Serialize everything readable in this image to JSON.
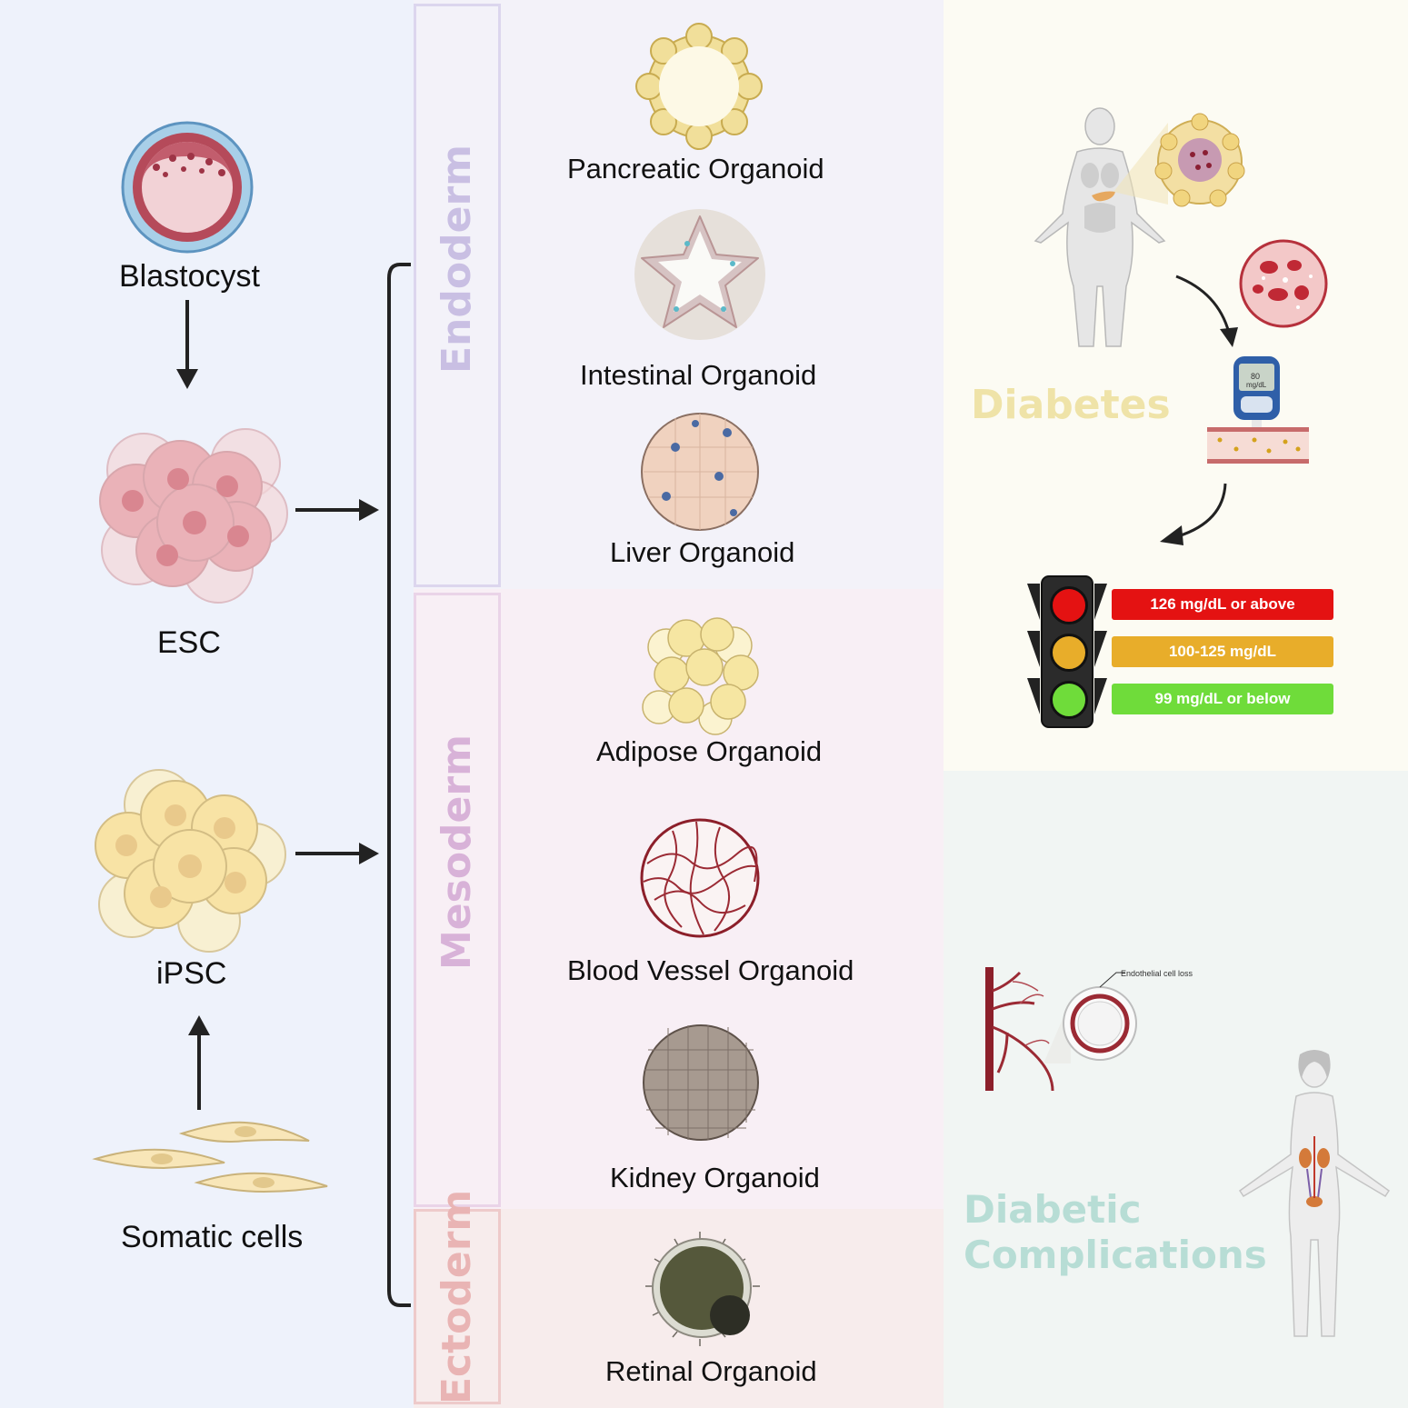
{
  "sources": {
    "blastocyst": "Blastocyst",
    "esc": "ESC",
    "ipsc": "iPSC",
    "somatic": "Somatic cells"
  },
  "germ_layers": {
    "endoderm": "Endoderm",
    "mesoderm": "Mesoderm",
    "ectoderm": "Ectoderm"
  },
  "organoids": {
    "pancreatic": "Pancreatic Organoid",
    "intestinal": "Intestinal Organoid",
    "liver": "Liver Organoid",
    "adipose": "Adipose Organoid",
    "blood_vessel": "Blood Vessel Organoid",
    "kidney": "Kidney Organoid",
    "retinal": "Retinal Organoid"
  },
  "diabetes": {
    "title": "Diabetes",
    "meter_value": "80",
    "meter_unit": "mg/dL",
    "levels": [
      {
        "label": "126 mg/dL or above",
        "color": "#e41212"
      },
      {
        "label": "100-125 mg/dL",
        "color": "#e8ad2a"
      },
      {
        "label": "99 mg/dL or below",
        "color": "#6fdc3a"
      }
    ]
  },
  "complications": {
    "title_line1": "Diabetic",
    "title_line2": "Complications",
    "callout": "Endothelial cell loss"
  },
  "colors": {
    "left_bg": "#eef2fb",
    "endoderm": "#c9bfe3",
    "mesoderm": "#d8b2d8",
    "ectoderm": "#e9b4b4",
    "diabetes_title": "#efe3a8",
    "complications_title": "#b7ddd5"
  }
}
